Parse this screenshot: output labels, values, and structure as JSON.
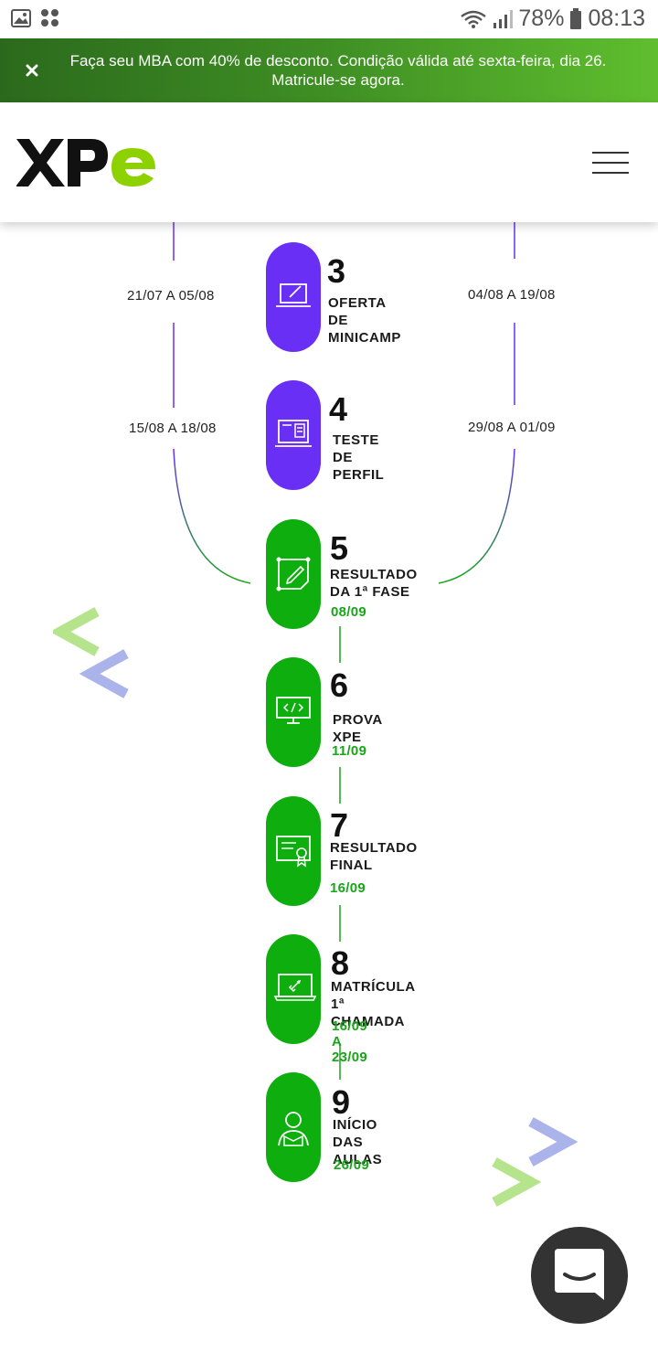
{
  "status_bar": {
    "battery": "78%",
    "time": "08:13",
    "icons": [
      "image-icon",
      "apps-icon",
      "wifi-icon",
      "signal-icon",
      "battery-icon"
    ]
  },
  "promo": {
    "text_line1": "Faça seu MBA com 40% de desconto. Condição válida até sexta-feira, dia 26.",
    "text_line2": "Matricule-se agora.",
    "colors": {
      "start": "#2b6a1c",
      "end": "#5fbe2e"
    }
  },
  "header": {
    "logo_text": "XPe",
    "logo_colors": {
      "text": "#111111",
      "accent": "#8ed100"
    }
  },
  "timeline": {
    "branches": {
      "left": [
        "21/07 A 05/08",
        "15/08 A 18/08"
      ],
      "right": [
        "04/08 A 19/08",
        "29/08 A 01/09"
      ]
    },
    "steps": [
      {
        "number": "3",
        "label_lines": [
          "OFERTA DE",
          "MINICAMP"
        ],
        "date": "",
        "color": "purple",
        "icon": "laptop-pen-icon"
      },
      {
        "number": "4",
        "label_lines": [
          "TESTE DE",
          "PERFIL"
        ],
        "date": "",
        "color": "purple",
        "icon": "document-screen-icon"
      },
      {
        "number": "5",
        "label_lines": [
          "RESULTADO",
          "DA 1ª FASE"
        ],
        "date": "08/09",
        "color": "green",
        "icon": "pencil-note-icon"
      },
      {
        "number": "6",
        "label_lines": [
          "PROVA XPE"
        ],
        "date": "11/09",
        "color": "green",
        "icon": "code-monitor-icon"
      },
      {
        "number": "7",
        "label_lines": [
          "RESULTADO",
          "FINAL"
        ],
        "date": "16/09",
        "color": "green",
        "icon": "certificate-icon"
      },
      {
        "number": "8",
        "label_lines": [
          "MATRÍCULA",
          "1ª CHAMADA"
        ],
        "date": "16/09 A 23/09",
        "color": "green",
        "icon": "rocket-board-icon"
      },
      {
        "number": "9",
        "label_lines": [
          "INÍCIO DAS",
          "AULAS"
        ],
        "date": "26/09",
        "color": "green",
        "icon": "student-icon"
      }
    ],
    "colors": {
      "purple": "#6a2ff5",
      "green": "#0fae0f",
      "date_green": "#18a518"
    }
  },
  "chat_widget": {
    "icon": "chat-icon",
    "color": "#333333"
  }
}
